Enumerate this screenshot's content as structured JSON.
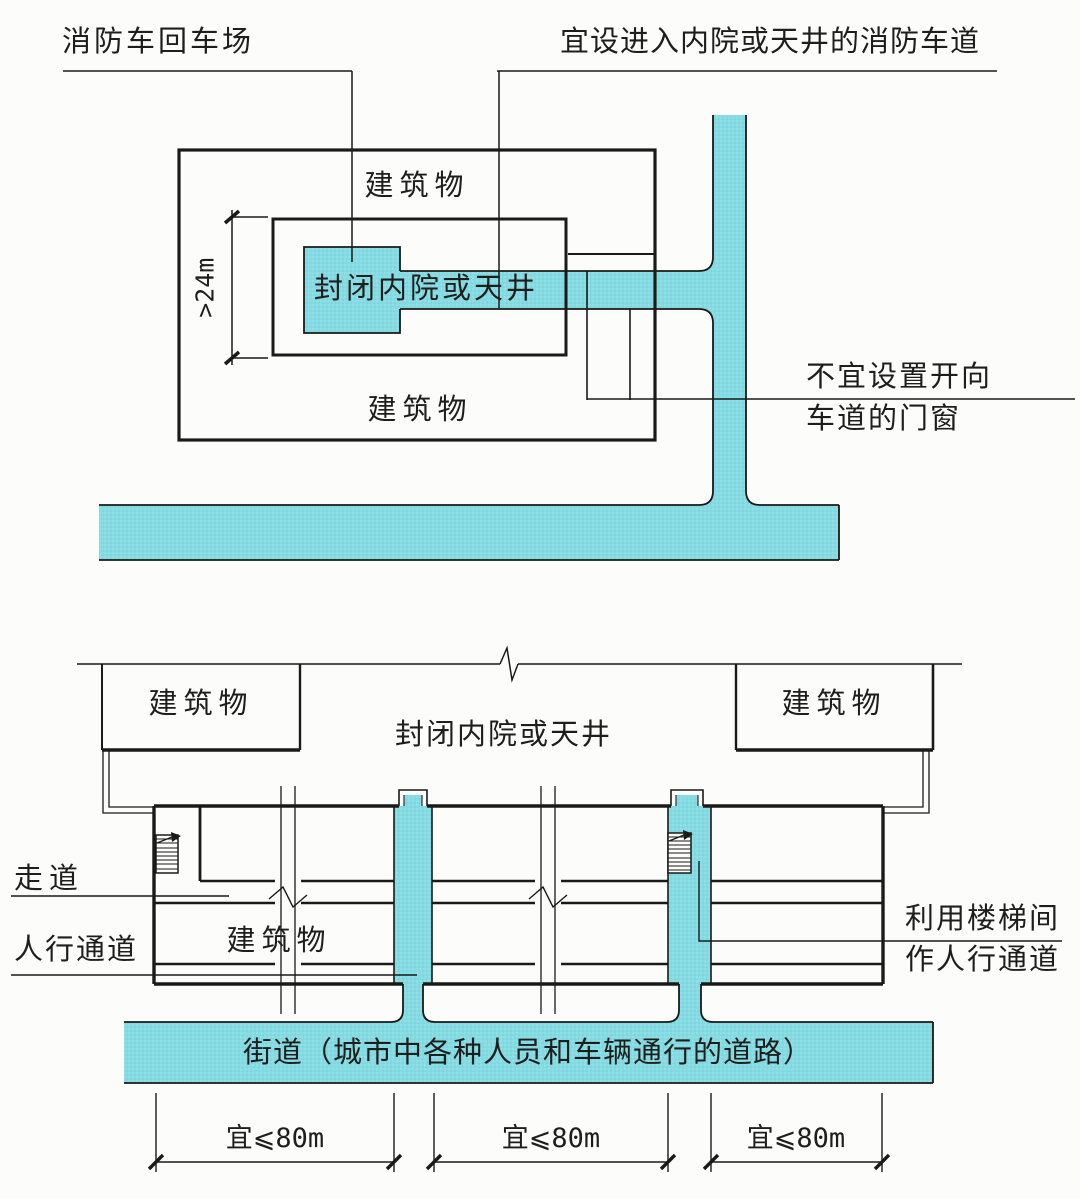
{
  "colors": {
    "paper": "#FCFCFA",
    "line": "#1A1A18",
    "road_fill": "#86DBE3",
    "text": "#1E1E1C"
  },
  "top_diagram": {
    "labels": {
      "turnaround": "消防车回车场",
      "fire_lane": "宜设进入内院或天井的消防车道",
      "building_top": "建筑物",
      "building_bottom": "建筑物",
      "courtyard": "封闭内院或天井",
      "dimension": ">24m",
      "no_doors_line1": "不宜设置开向",
      "no_doors_line2": "车道的门窗"
    }
  },
  "bottom_diagram": {
    "labels": {
      "building_left": "建筑物",
      "building_right": "建筑物",
      "courtyard": "封闭内院或天井",
      "corridor": "走道",
      "pedestrian": "人行通道",
      "building_block": "建筑物",
      "stair_passage_line1": "利用楼梯间",
      "stair_passage_line2": "作人行通道",
      "street": "街道（城市中各种人员和车辆通行的道路）"
    },
    "dims": [
      "宜⩽80m",
      "宜⩽80m",
      "宜⩽80m"
    ]
  }
}
